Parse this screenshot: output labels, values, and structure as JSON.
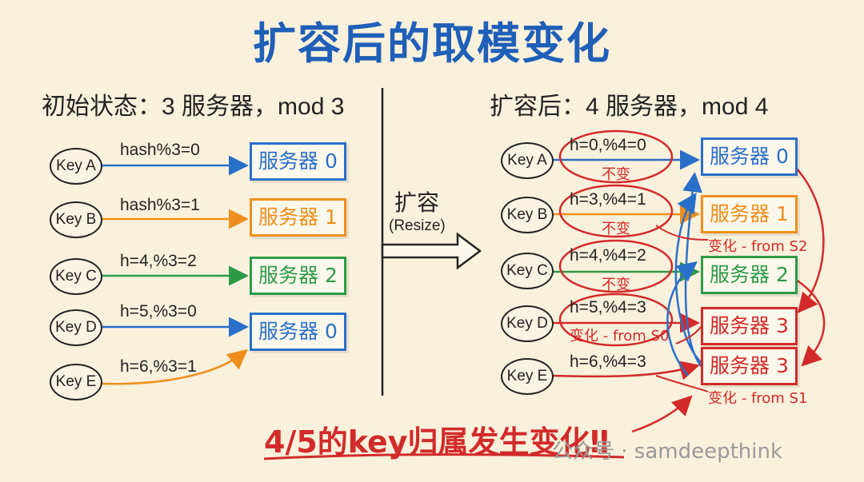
{
  "title": "扩容后的取模变化",
  "left": {
    "heading": "初始状态：3 服务器，mod 3",
    "rows": [
      {
        "key": "Key A",
        "label": "hash%3=0",
        "server": "服务器 0"
      },
      {
        "key": "Key B",
        "label": "hash%3=1",
        "server": "服务器 1"
      },
      {
        "key": "Key C",
        "label": "h=4,%3=2",
        "server": "服务器 2"
      },
      {
        "key": "Key D",
        "label": "h=5,%3=0",
        "server": "服务器 0"
      },
      {
        "key": "Key E",
        "label": "h=6,%3=1"
      }
    ]
  },
  "resize": {
    "label": "扩容",
    "sub": "(Resize)"
  },
  "right": {
    "heading": "扩容后：4 服务器，mod 4",
    "rows": [
      {
        "key": "Key A",
        "label": "h=0,%4=0",
        "note": "不变"
      },
      {
        "key": "Key B",
        "label": "h=3,%4=1",
        "note": "不变"
      },
      {
        "key": "Key C",
        "label": "h=4,%4=2",
        "note": "不变"
      },
      {
        "key": "Key D",
        "label": "h=5,%4=3",
        "note": "变化 - from S0"
      },
      {
        "key": "Key E",
        "label": "h=6,%4=3"
      }
    ],
    "servers": [
      "服务器 0",
      "服务器 1",
      "服务器 2",
      "服务器 3",
      "服务器 3"
    ],
    "side_notes": [
      "变化 - from S2",
      "变化 - from S1"
    ]
  },
  "summary": "4/5的key归属发生变化‼",
  "watermark": "公众号 · samdeepthink",
  "colors": {
    "blue": "#2a6fc9",
    "orange": "#ee8e1c",
    "green": "#2e9a48",
    "red": "#d22a2a",
    "title": "#1f5fb8"
  }
}
